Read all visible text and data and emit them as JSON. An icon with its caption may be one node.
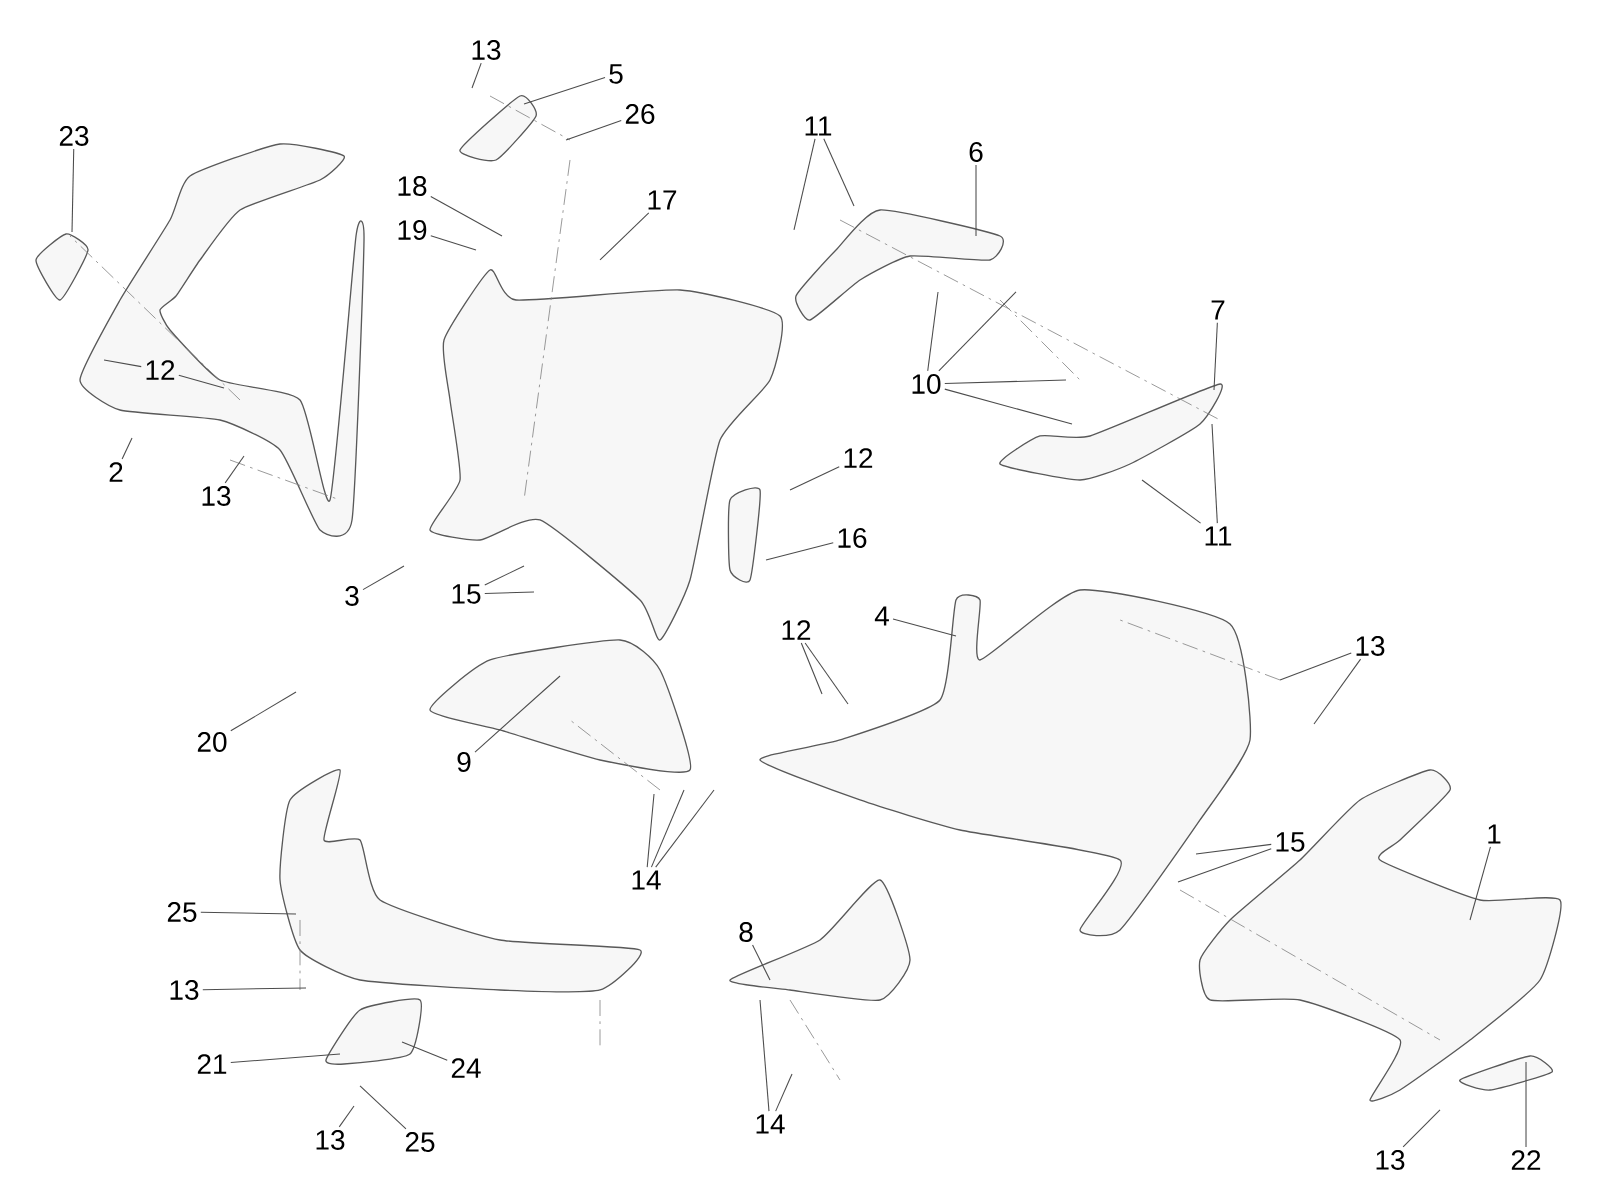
{
  "diagram": {
    "nodes": [
      {
        "text": [
          "23"
        ]
      },
      {
        "text": [
          "13"
        ]
      },
      {
        "text": [
          "5"
        ]
      },
      {
        "text": [
          "26"
        ]
      },
      {
        "text": [
          "18"
        ]
      },
      {
        "text": [
          "19"
        ]
      },
      {
        "text": [
          "17"
        ]
      },
      {
        "text": [
          "11"
        ]
      },
      {
        "text": [
          "6"
        ]
      },
      {
        "text": [
          "7"
        ]
      },
      {
        "text": [
          "12"
        ]
      },
      {
        "text": [
          "2"
        ]
      },
      {
        "text": [
          "13"
        ]
      },
      {
        "text": [
          "10"
        ]
      },
      {
        "text": [
          "12"
        ]
      },
      {
        "text": [
          "16"
        ]
      },
      {
        "text": [
          "3"
        ]
      },
      {
        "text": [
          "15"
        ]
      },
      {
        "text": [
          "11"
        ]
      },
      {
        "text": [
          "4"
        ]
      },
      {
        "text": [
          "12"
        ]
      },
      {
        "text": [
          "13"
        ]
      },
      {
        "text": [
          "20"
        ]
      },
      {
        "text": [
          "9"
        ]
      },
      {
        "text": [
          "15"
        ]
      },
      {
        "text": [
          "1"
        ]
      },
      {
        "text": [
          "14"
        ]
      },
      {
        "text": [
          "25"
        ]
      },
      {
        "text": [
          "8"
        ]
      },
      {
        "text": [
          "13"
        ]
      },
      {
        "text": [
          "21"
        ]
      },
      {
        "text": [
          "24"
        ]
      },
      {
        "text": [
          "13"
        ]
      },
      {
        "text": [
          "25"
        ]
      },
      {
        "text": [
          "14"
        ]
      },
      {
        "text": [
          "13"
        ]
      },
      {
        "text": [
          "22"
        ]
      }
    ],
    "edges": [
      {
        "from": 0,
        "to": null,
        "arrow": "none"
      },
      {
        "from": 1,
        "to": null,
        "arrow": "none"
      },
      {
        "from": 2,
        "to": null,
        "arrow": "none"
      },
      {
        "from": 3,
        "to": null,
        "arrow": "none"
      },
      {
        "from": 4,
        "to": null,
        "arrow": "none"
      },
      {
        "from": 5,
        "to": null,
        "arrow": "none"
      },
      {
        "from": 6,
        "to": null,
        "arrow": "none"
      },
      {
        "from": 7,
        "to": null,
        "arrow": "none"
      },
      {
        "from": 7,
        "to": null,
        "arrow": "none"
      },
      {
        "from": 8,
        "to": null,
        "arrow": "none"
      },
      {
        "from": 9,
        "to": null,
        "arrow": "none"
      },
      {
        "from": 10,
        "to": null,
        "arrow": "none"
      },
      {
        "from": 10,
        "to": null,
        "arrow": "none"
      },
      {
        "from": 11,
        "to": null,
        "arrow": "none"
      },
      {
        "from": 12,
        "to": null,
        "arrow": "none"
      },
      {
        "from": 13,
        "to": null,
        "arrow": "none"
      },
      {
        "from": 13,
        "to": null,
        "arrow": "none"
      },
      {
        "from": 13,
        "to": null,
        "arrow": "none"
      },
      {
        "from": 13,
        "to": null,
        "arrow": "none"
      },
      {
        "from": 14,
        "to": null,
        "arrow": "none"
      },
      {
        "from": 15,
        "to": null,
        "arrow": "none"
      },
      {
        "from": 16,
        "to": null,
        "arrow": "none"
      },
      {
        "from": 17,
        "to": null,
        "arrow": "none"
      },
      {
        "from": 17,
        "to": null,
        "arrow": "none"
      },
      {
        "from": 18,
        "to": null,
        "arrow": "none"
      },
      {
        "from": 18,
        "to": null,
        "arrow": "none"
      },
      {
        "from": 19,
        "to": null,
        "arrow": "none"
      },
      {
        "from": 20,
        "to": null,
        "arrow": "none"
      },
      {
        "from": 20,
        "to": null,
        "arrow": "none"
      },
      {
        "from": 21,
        "to": null,
        "arrow": "none"
      },
      {
        "from": 21,
        "to": null,
        "arrow": "none"
      },
      {
        "from": 22,
        "to": null,
        "arrow": "none"
      },
      {
        "from": 23,
        "to": null,
        "arrow": "none"
      },
      {
        "from": 24,
        "to": null,
        "arrow": "none"
      },
      {
        "from": 24,
        "to": null,
        "arrow": "none"
      },
      {
        "from": 25,
        "to": null,
        "arrow": "none"
      },
      {
        "from": 26,
        "to": null,
        "arrow": "none"
      },
      {
        "from": 26,
        "to": null,
        "arrow": "none"
      },
      {
        "from": 26,
        "to": null,
        "arrow": "none"
      },
      {
        "from": 27,
        "to": null,
        "arrow": "none"
      },
      {
        "from": 28,
        "to": null,
        "arrow": "none"
      },
      {
        "from": 29,
        "to": null,
        "arrow": "none"
      },
      {
        "from": 30,
        "to": null,
        "arrow": "none"
      },
      {
        "from": 31,
        "to": null,
        "arrow": "none"
      },
      {
        "from": 32,
        "to": null,
        "arrow": "none"
      },
      {
        "from": 33,
        "to": null,
        "arrow": "none"
      },
      {
        "from": 34,
        "to": null,
        "arrow": "none"
      },
      {
        "from": 34,
        "to": null,
        "arrow": "none"
      },
      {
        "from": 35,
        "to": null,
        "arrow": "none"
      },
      {
        "from": 36,
        "to": null,
        "arrow": "none"
      }
    ]
  }
}
